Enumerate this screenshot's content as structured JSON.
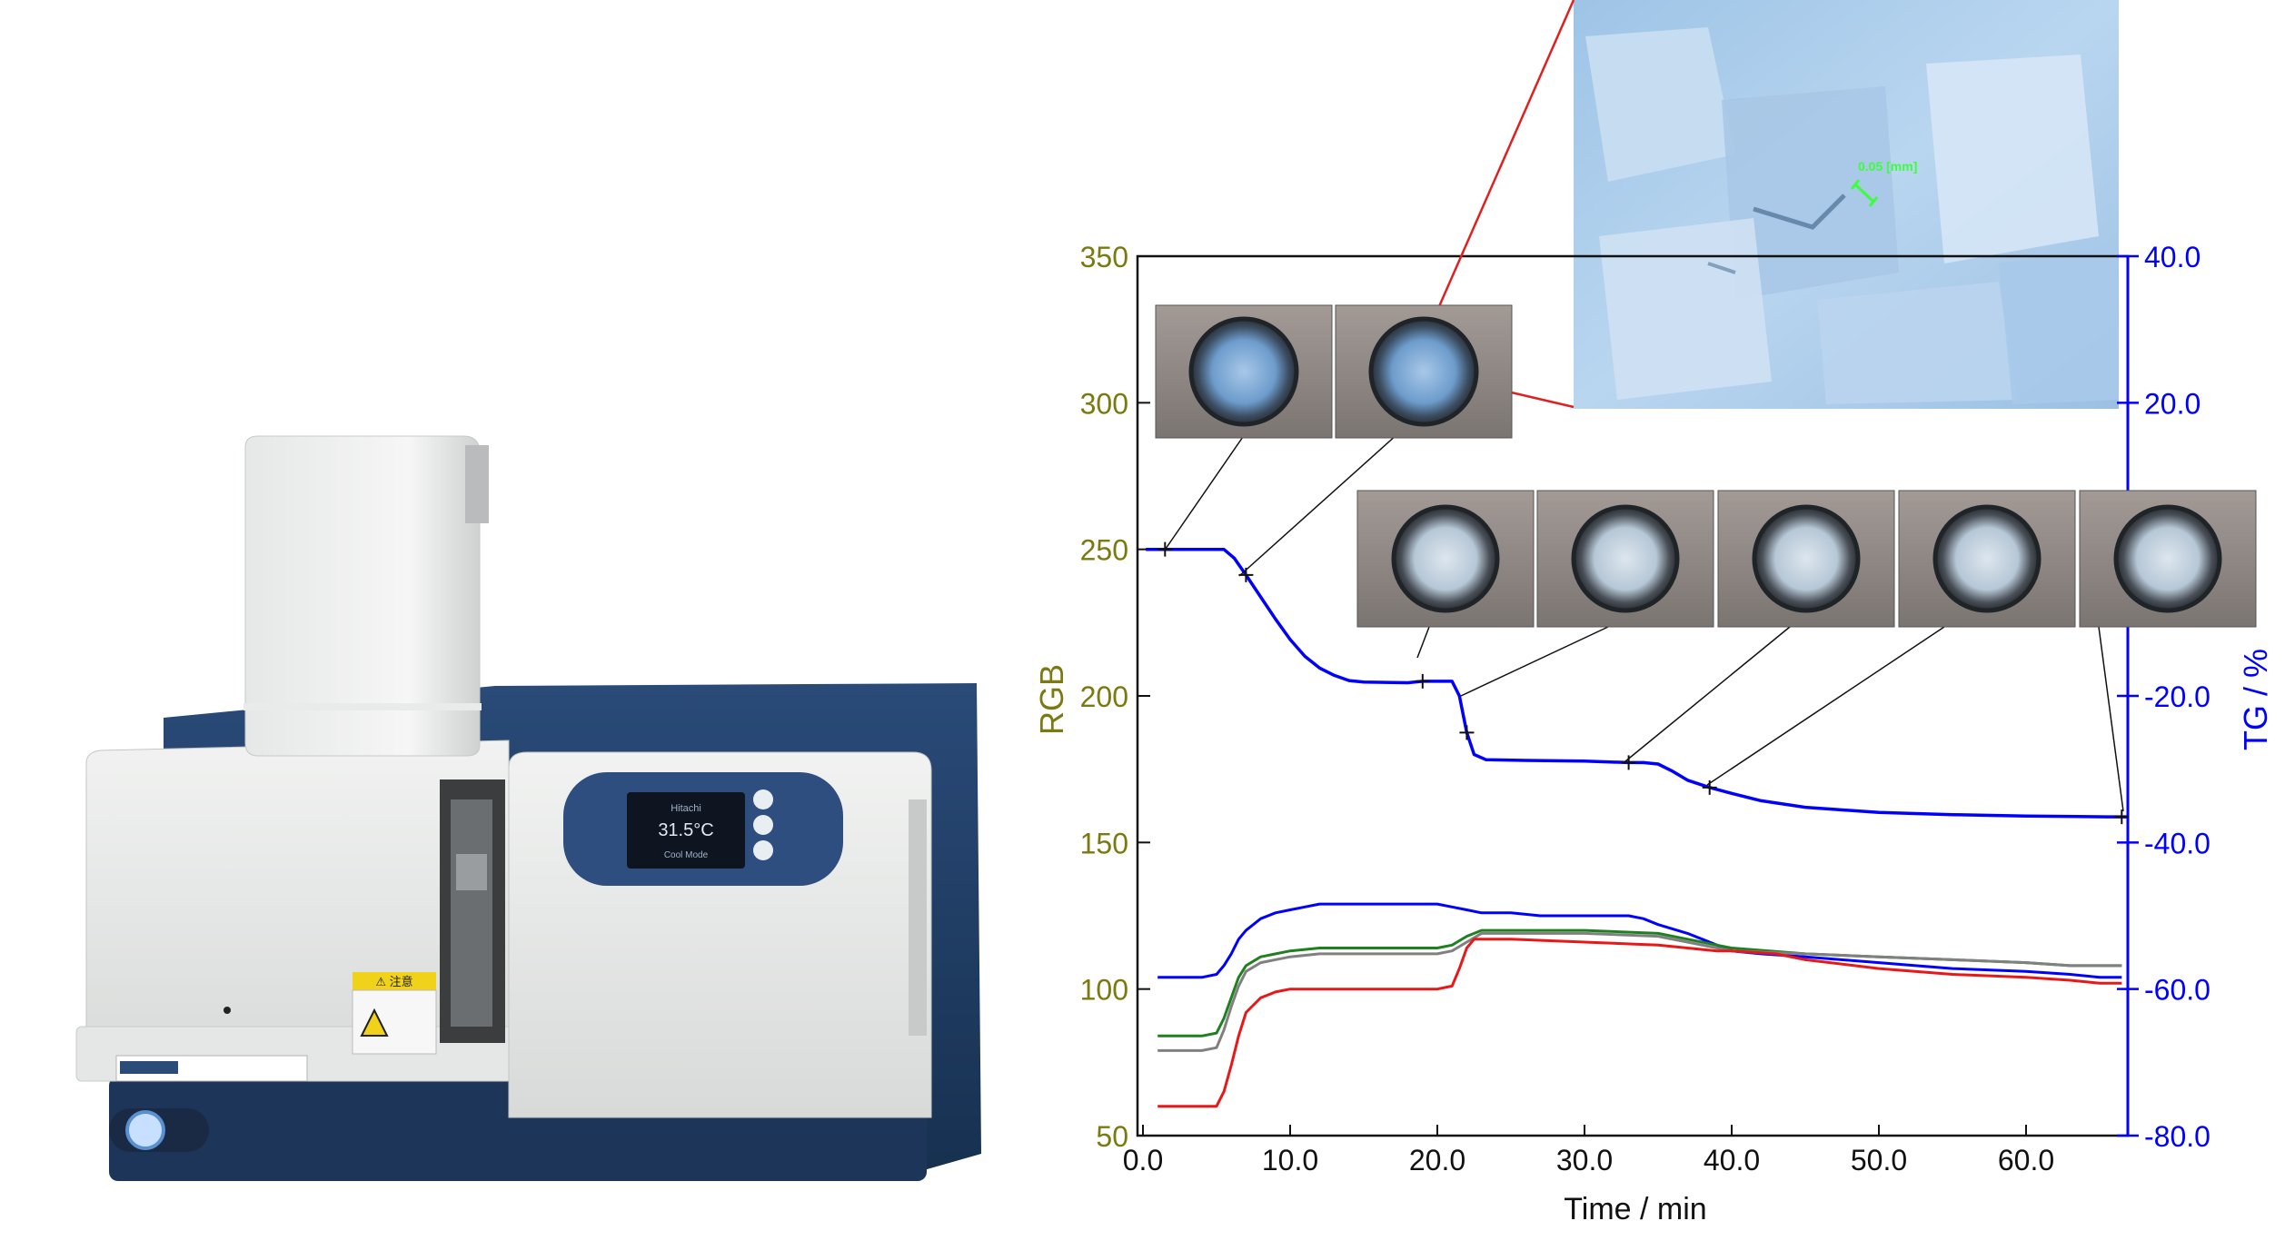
{
  "instrument": {
    "display_lines": [
      "Hitachi",
      "31.5°C",
      "Cool Mode"
    ],
    "warning_label": "⚠ 注意"
  },
  "micrograph": {
    "scale_label": "0.05 [mm]"
  },
  "chart_data": {
    "type": "line",
    "x": {
      "label": "Time / min",
      "range": [
        0,
        66.5
      ],
      "ticks": [
        "0.0",
        "10.0",
        "20.0",
        "30.0",
        "40.0",
        "50.0",
        "60.0"
      ],
      "tick_values": [
        0,
        10,
        20,
        30,
        40,
        50,
        60
      ]
    },
    "y_left": {
      "label": "RGB",
      "range": [
        50,
        350
      ],
      "ticks": [
        "350",
        "300",
        "250",
        "200",
        "150",
        "100",
        "50"
      ],
      "tick_values": [
        350,
        300,
        250,
        200,
        150,
        100,
        50
      ],
      "color": "#7a7a10"
    },
    "y_right": {
      "label": "TG / %",
      "range": [
        -80,
        40
      ],
      "ticks": [
        "40.0",
        "20.0",
        "0.0",
        "-20.0",
        "-40.0",
        "-60.0",
        "-80.0"
      ],
      "tick_values": [
        40,
        20,
        0,
        -20,
        -40,
        -60,
        -80
      ],
      "color": "#0000ff"
    },
    "series": [
      {
        "axis": "right",
        "color": "#0000ff",
        "points": [
          [
            0.2,
            0
          ],
          [
            1.5,
            0
          ],
          [
            5.5,
            0
          ],
          [
            6.2,
            -1.2
          ],
          [
            7,
            -3.5
          ],
          [
            8,
            -6.5
          ],
          [
            9,
            -9.5
          ],
          [
            10,
            -12.3
          ],
          [
            11,
            -14.6
          ],
          [
            12,
            -16.2
          ],
          [
            13,
            -17.2
          ],
          [
            14,
            -17.9
          ],
          [
            15,
            -18.1
          ],
          [
            18,
            -18.2
          ],
          [
            19,
            -18
          ],
          [
            21,
            -18
          ],
          [
            21.5,
            -20
          ],
          [
            22,
            -25
          ],
          [
            22.5,
            -28
          ],
          [
            23.3,
            -28.7
          ],
          [
            26,
            -28.8
          ],
          [
            30,
            -28.9
          ],
          [
            33,
            -29.1
          ],
          [
            34,
            -29.1
          ],
          [
            35,
            -29.3
          ],
          [
            36,
            -30.3
          ],
          [
            37,
            -31.5
          ],
          [
            38.5,
            -32.5
          ],
          [
            40,
            -33.3
          ],
          [
            42,
            -34.3
          ],
          [
            45,
            -35.2
          ],
          [
            50,
            -35.9
          ],
          [
            55,
            -36.2
          ],
          [
            60,
            -36.4
          ],
          [
            65.5,
            -36.5
          ],
          [
            67,
            -36.5
          ]
        ]
      },
      {
        "axis": "left",
        "color": "#0000ff",
        "points": [
          [
            1,
            104
          ],
          [
            4,
            104
          ],
          [
            5,
            105
          ],
          [
            5.5,
            108
          ],
          [
            6,
            112
          ],
          [
            6.5,
            117
          ],
          [
            7,
            120
          ],
          [
            8,
            124
          ],
          [
            9,
            126
          ],
          [
            10,
            127
          ],
          [
            11,
            128
          ],
          [
            12,
            129
          ],
          [
            15,
            129
          ],
          [
            20,
            129
          ],
          [
            21,
            128
          ],
          [
            22,
            127
          ],
          [
            23,
            126
          ],
          [
            25,
            126
          ],
          [
            27,
            125
          ],
          [
            30,
            125
          ],
          [
            33,
            125
          ],
          [
            34,
            124
          ],
          [
            35,
            122
          ],
          [
            37,
            119
          ],
          [
            38,
            117
          ],
          [
            39,
            115
          ],
          [
            40,
            113
          ],
          [
            42,
            112
          ],
          [
            45,
            111
          ],
          [
            50,
            109
          ],
          [
            55,
            107
          ],
          [
            60,
            106
          ],
          [
            63,
            105
          ],
          [
            65,
            104
          ],
          [
            66.5,
            104
          ]
        ]
      },
      {
        "axis": "left",
        "color": "#208020",
        "points": [
          [
            1,
            84
          ],
          [
            4,
            84
          ],
          [
            5,
            85
          ],
          [
            5.5,
            90
          ],
          [
            6,
            97
          ],
          [
            6.5,
            104
          ],
          [
            7,
            108
          ],
          [
            8,
            111
          ],
          [
            10,
            113
          ],
          [
            12,
            114
          ],
          [
            15,
            114
          ],
          [
            20,
            114
          ],
          [
            21,
            115
          ],
          [
            22,
            118
          ],
          [
            23,
            120
          ],
          [
            25,
            120
          ],
          [
            30,
            120
          ],
          [
            35,
            119
          ],
          [
            37,
            117
          ],
          [
            39,
            115
          ],
          [
            40,
            114
          ],
          [
            45,
            112
          ],
          [
            50,
            111
          ],
          [
            55,
            110
          ],
          [
            60,
            109
          ],
          [
            63,
            108
          ],
          [
            66.5,
            108
          ]
        ]
      },
      {
        "axis": "left",
        "color": "#808080",
        "points": [
          [
            1,
            79
          ],
          [
            4,
            79
          ],
          [
            5,
            80
          ],
          [
            5.5,
            86
          ],
          [
            6,
            94
          ],
          [
            6.5,
            101
          ],
          [
            7,
            106
          ],
          [
            8,
            109
          ],
          [
            10,
            111
          ],
          [
            12,
            112
          ],
          [
            15,
            112
          ],
          [
            20,
            112
          ],
          [
            21,
            113
          ],
          [
            22,
            116
          ],
          [
            23,
            119
          ],
          [
            25,
            119
          ],
          [
            30,
            119
          ],
          [
            35,
            118
          ],
          [
            37,
            116
          ],
          [
            39,
            114
          ],
          [
            40,
            113
          ],
          [
            45,
            112
          ],
          [
            50,
            111
          ],
          [
            55,
            110
          ],
          [
            60,
            109
          ],
          [
            63,
            108
          ],
          [
            66.5,
            108
          ]
        ]
      },
      {
        "axis": "left",
        "color": "#e81818",
        "points": [
          [
            1,
            60
          ],
          [
            4,
            60
          ],
          [
            5,
            60
          ],
          [
            5.5,
            65
          ],
          [
            6,
            74
          ],
          [
            6.5,
            84
          ],
          [
            7,
            92
          ],
          [
            8,
            97
          ],
          [
            9,
            99
          ],
          [
            10,
            100
          ],
          [
            15,
            100
          ],
          [
            20,
            100
          ],
          [
            21,
            101
          ],
          [
            21.5,
            107
          ],
          [
            22,
            114
          ],
          [
            22.5,
            117
          ],
          [
            25,
            117
          ],
          [
            30,
            116
          ],
          [
            35,
            115
          ],
          [
            37,
            114
          ],
          [
            39,
            113
          ],
          [
            40,
            113
          ],
          [
            43,
            112
          ],
          [
            45,
            110
          ],
          [
            50,
            107
          ],
          [
            55,
            105
          ],
          [
            60,
            104
          ],
          [
            63,
            103
          ],
          [
            65,
            102
          ],
          [
            66.5,
            102
          ]
        ]
      }
    ],
    "markers": [
      {
        "x": 1.5,
        "tg": 0
      },
      {
        "x": 7.0,
        "tg": -3.5
      },
      {
        "x": 19.0,
        "tg": -18.0
      },
      {
        "x": 22.0,
        "tg": -25.0
      },
      {
        "x": 33.0,
        "tg": -29.1
      },
      {
        "x": 38.5,
        "tg": -32.5
      },
      {
        "x": 66.5,
        "tg": -36.5
      }
    ]
  }
}
